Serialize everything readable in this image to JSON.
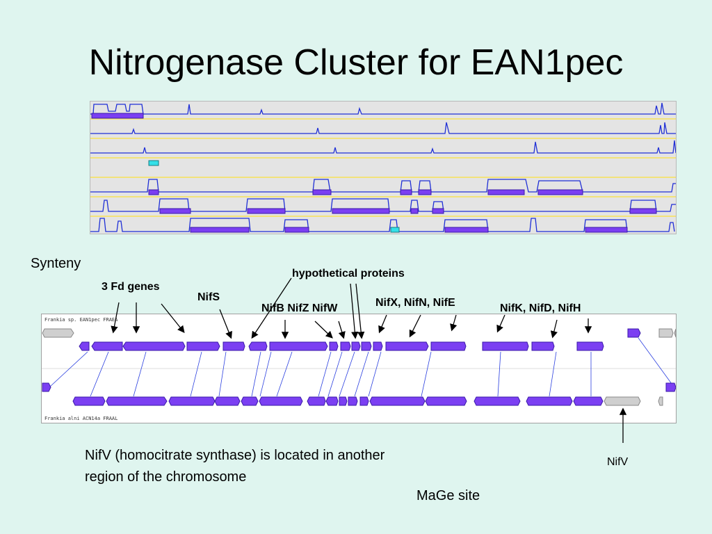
{
  "slide": {
    "title": "Nitrogenase Cluster for EAN1pec",
    "synteny_label": "Synteny",
    "note": "NifV (homocitrate synthase) is located in another region of the chromosome",
    "source": "MaGe site",
    "nifv_label": "NifV"
  },
  "annotations": {
    "fd_genes": "3 Fd genes",
    "nifs": "NifS",
    "hypothetical": "hypothetical proteins",
    "nifb_z_w": "NifB NifZ NifW",
    "nifx_n_e": "NifX, NifN, NifE",
    "nifk_d_h": "NifK, NifD, NifH"
  },
  "synteny": {
    "top_organism": "Frankia sp. EAN1pec FRAEA",
    "bottom_organism": "Frankia alni ACN14a FRAAL"
  },
  "colors": {
    "background": "#dff5ef",
    "gene": "#7b3ff2",
    "gene_border": "#3a1aa8",
    "other_gene": "#cfcfcf",
    "signal": "#1f2fd6",
    "track_line": "#f2e27a",
    "highlight_gene": "#33e0e8"
  }
}
